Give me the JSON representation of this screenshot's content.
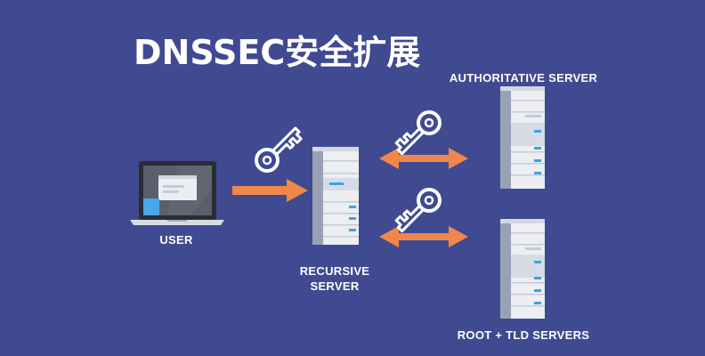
{
  "title": "DNSSEC安全扩展",
  "nodes": {
    "user": {
      "label": "USER"
    },
    "recursive_server": {
      "label_line1": "RECURSIVE",
      "label_line2": "SERVER"
    },
    "authoritative_server": {
      "label": "AUTHORITATIVE SERVER"
    },
    "root_tld_servers": {
      "label": "ROOT + TLD SERVERS"
    }
  },
  "colors": {
    "background": "#3f4a91",
    "arrow": "#f0874a",
    "server_body": "#eceef2",
    "server_side": "#9aa1b4",
    "led": "#3ea3e0",
    "laptop_frame": "#2b2d33",
    "laptop_screen": "#5b5f6b",
    "window": "#e9eef3",
    "window_accent": "#4aa8e8"
  },
  "icons": [
    "laptop-icon",
    "server-icon",
    "key-icon",
    "arrow-right-icon",
    "double-arrow-icon"
  ]
}
